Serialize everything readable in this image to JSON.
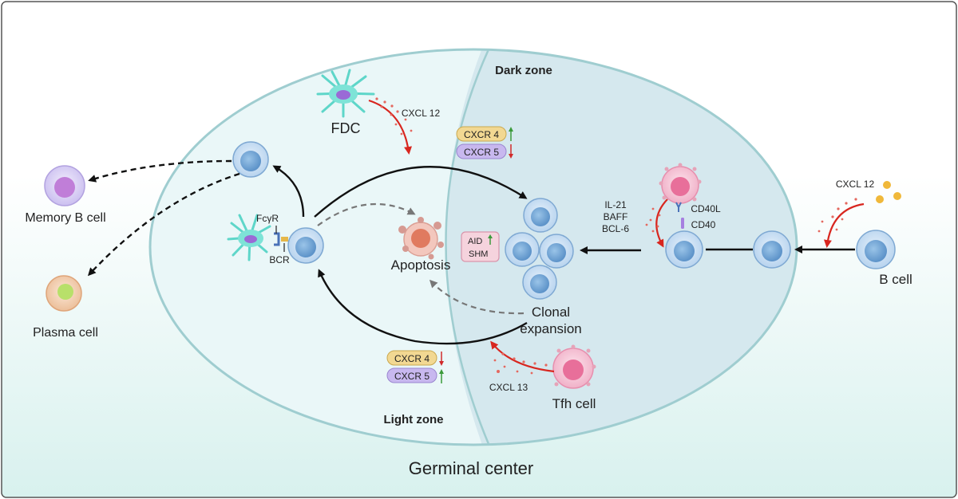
{
  "title": "Germinal center",
  "zones": {
    "dark": "Dark zone",
    "light": "Light zone"
  },
  "cells": {
    "memory_b": "Memory B cell",
    "plasma": "Plasma cell",
    "fdc": "FDC",
    "b_cell": "B cell",
    "tfh": "Tfh cell"
  },
  "processes": {
    "apoptosis": "Apoptosis",
    "clonal_line1": "Clonal",
    "clonal_line2": "expansion"
  },
  "receptors": {
    "fcgr": "FcγR",
    "bcr": "BCR",
    "cd40l": "CD40L",
    "cd40": "CD40"
  },
  "chemokines": {
    "cxcl12_fdc": "CXCL 12",
    "cxcl12_b": "CXCL 12",
    "cxcl13": "CXCL 13"
  },
  "cytokines": [
    "IL-21",
    "BAFF",
    "BCL-6"
  ],
  "dark_zone_receptors": [
    {
      "label": "CXCR 4",
      "trend": "up"
    },
    {
      "label": "CXCR 5",
      "trend": "down"
    }
  ],
  "light_zone_receptors": [
    {
      "label": "CXCR 4",
      "trend": "down"
    },
    {
      "label": "CXCR 5",
      "trend": "up"
    }
  ],
  "enzymes": [
    {
      "label": "AID",
      "trend": "up"
    },
    {
      "label": "SHM",
      "trend": ""
    }
  ],
  "colors": {
    "light_zone": "#eaf7f8",
    "dark_zone": "#d5e8ee",
    "border": "#9fcdd0",
    "b_cell": "#7fb0d9",
    "memory": "#b9a7e8",
    "plasma": "#f0c09a",
    "tfh": "#f2a6bf",
    "up": "#3b9a3b",
    "down": "#d02a2a",
    "cxcr4": "#f2d892",
    "cxcr5": "#c8b8ef"
  }
}
